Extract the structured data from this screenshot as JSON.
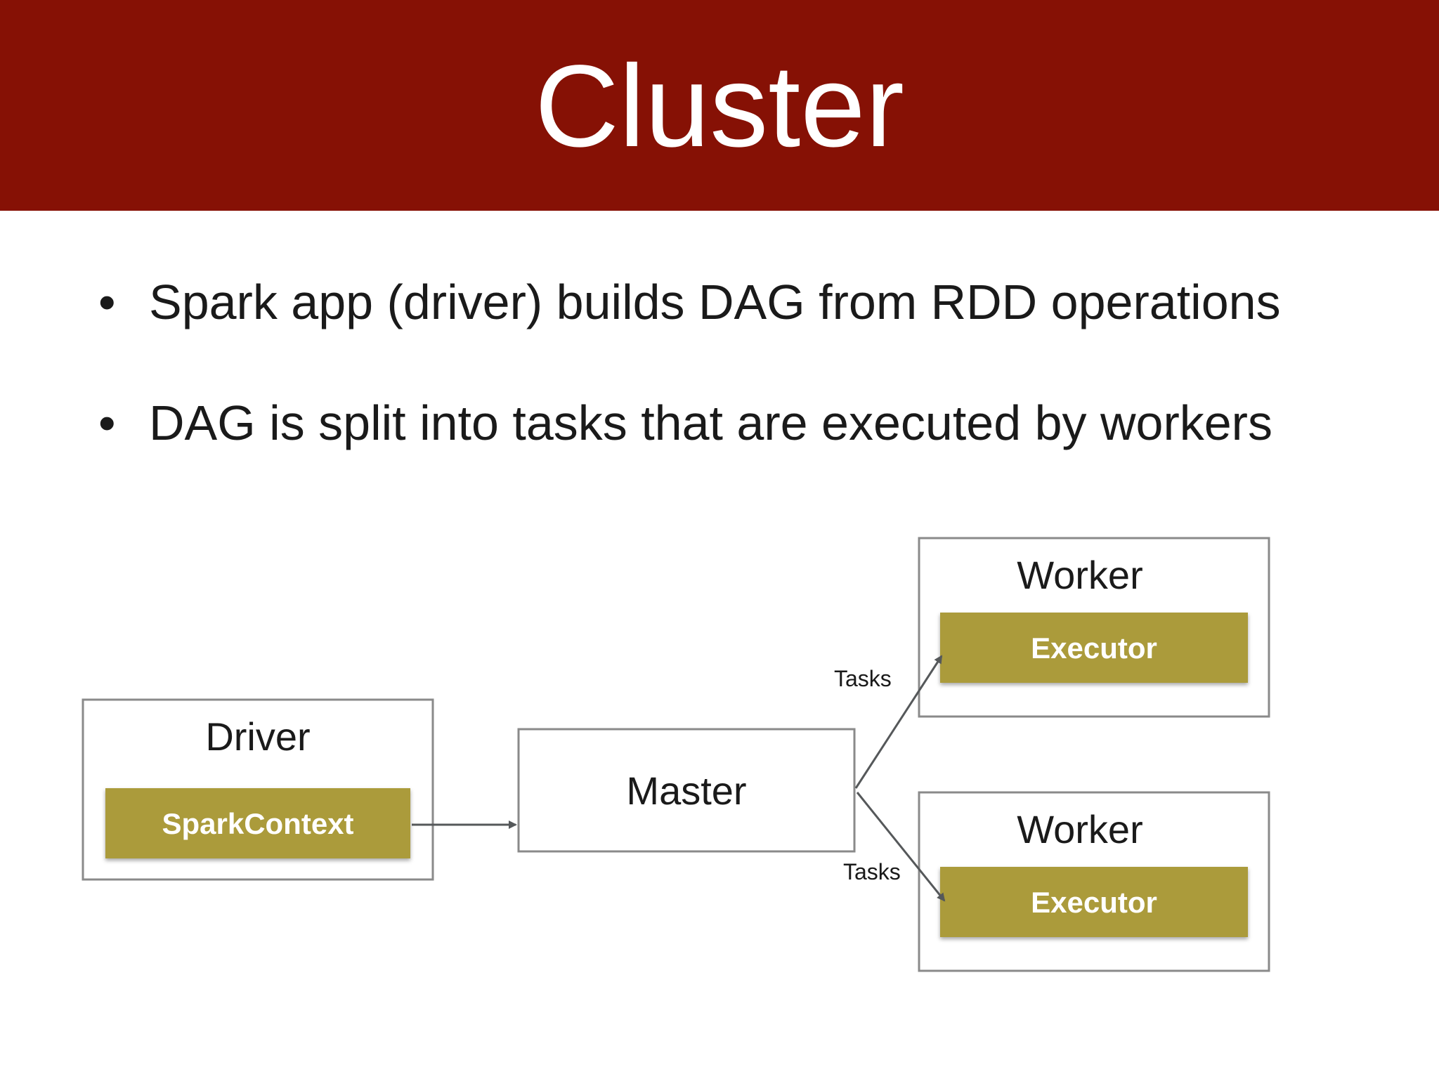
{
  "slide": {
    "title": "Cluster",
    "bullets": [
      "Spark app (driver) builds DAG from RDD operations",
      "DAG is split into tasks that are executed by workers"
    ]
  },
  "diagram": {
    "nodes": {
      "driver": {
        "label": "Driver",
        "component": "SparkContext"
      },
      "master": {
        "label": "Master"
      },
      "worker1": {
        "label": "Worker",
        "component": "Executor"
      },
      "worker2": {
        "label": "Worker",
        "component": "Executor"
      }
    },
    "edges": {
      "to_master": {
        "label": ""
      },
      "to_worker1": {
        "label": "Tasks"
      },
      "to_worker2": {
        "label": "Tasks"
      }
    }
  },
  "colors": {
    "title_bar": "#861105",
    "component_fill": "#ab9b3a",
    "box_stroke": "#8a8a8a",
    "arrow": "#55585a"
  }
}
